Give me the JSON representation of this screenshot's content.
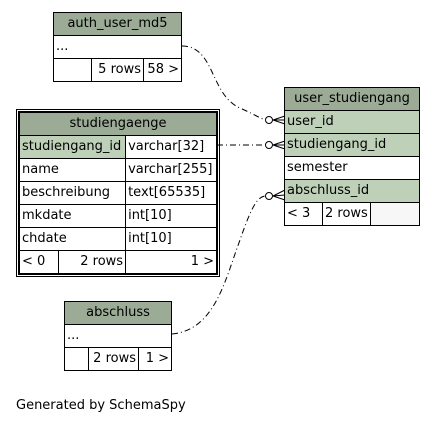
{
  "tables": {
    "auth_user_md5": {
      "name": "auth_user_md5",
      "row1": "...",
      "rows_label": "5 rows",
      "children_label": "58 >"
    },
    "studiengaenge": {
      "name": "studiengaenge",
      "columns": [
        {
          "name": "studiengang_id",
          "type": "varchar[32]"
        },
        {
          "name": "name",
          "type": "varchar[255]"
        },
        {
          "name": "beschreibung",
          "type": "text[65535]"
        },
        {
          "name": "mkdate",
          "type": "int[10]"
        },
        {
          "name": "chdate",
          "type": "int[10]"
        }
      ],
      "parents_label": "< 0",
      "rows_label": "2 rows",
      "children_label": "1 >"
    },
    "abschluss": {
      "name": "abschluss",
      "row1": "...",
      "rows_label": "2 rows",
      "children_label": "1 >"
    },
    "user_studiengang": {
      "name": "user_studiengang",
      "columns": [
        "user_id",
        "studiengang_id",
        "semester",
        "abschluss_id"
      ],
      "parents_label": "< 3",
      "rows_label": "2 rows"
    }
  },
  "footer": "Generated by SchemaSpy",
  "colors": {
    "header": "#9bab96",
    "key_column": "#bed1b8",
    "blank_cell": "#f7f7f7"
  }
}
